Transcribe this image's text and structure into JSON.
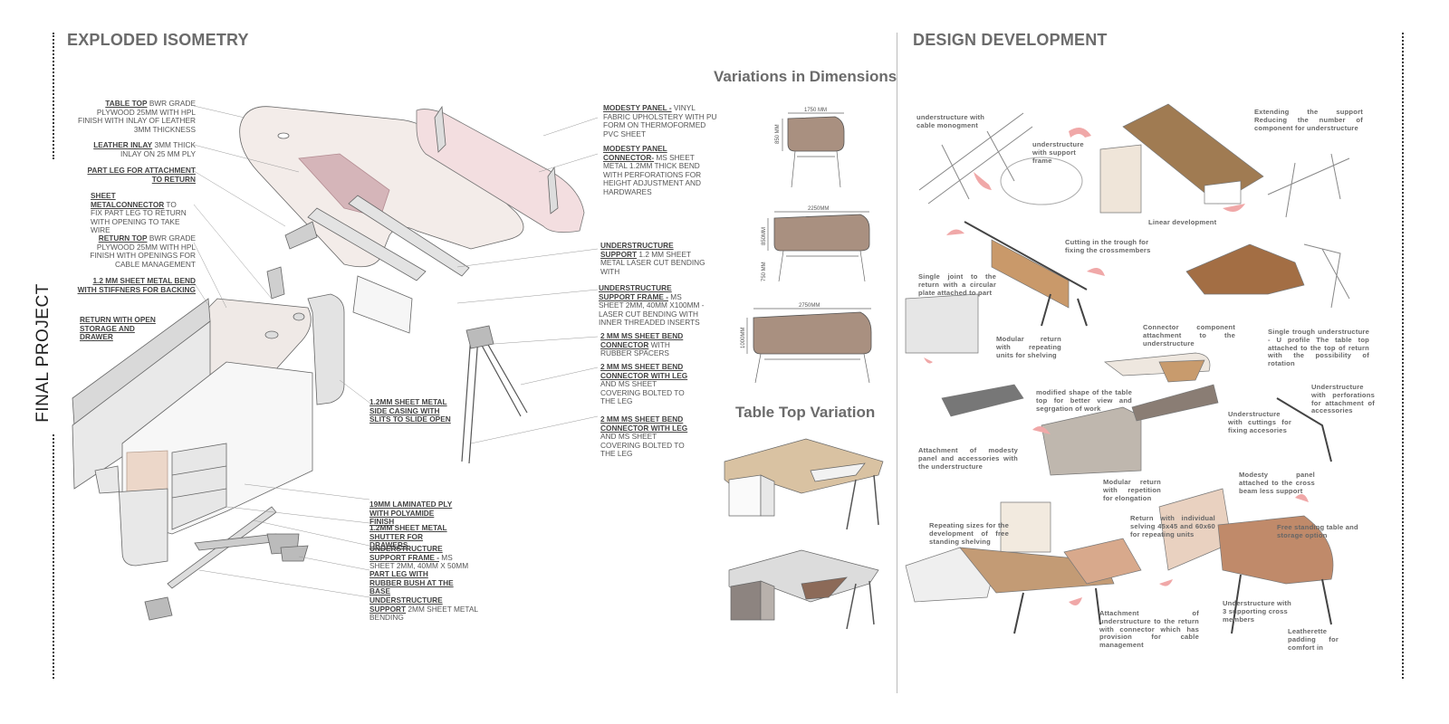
{
  "left_title": "EXPLODED ISOMETRY",
  "right_title": "DESIGN DEVELOPMENT",
  "vertical_label": "FINAL PROJECT",
  "variations_title": "Variations in Dimensions",
  "tabletop_title": "Table Top Variation",
  "dims": {
    "d1_w": "1750 MM",
    "d1_h": "850 MM",
    "d2_w": "2250MM",
    "d2_h": "850MM",
    "d2_leg": "750 MM",
    "d3_w": "2750MM",
    "d3_h": "1000MM"
  },
  "left_labels": [
    {
      "head": "TABLE TOP",
      "body": " BWR GRADE PLYWOOD 25MM WITH HPL FINISH WITH INLAY OF LEATHER 3MM THICKNESS"
    },
    {
      "head": "LEATHER INLAY",
      "body": " 3MM THICK INLAY ON 25 MM PLY"
    },
    {
      "head": "PART LEG FOR ATTACHMENT TO RETURN",
      "body": ""
    },
    {
      "head": "SHEET METALCONNECTOR",
      "body": " TO FIX PART LEG TO RETURN WITH OPENING TO TAKE WIRE"
    },
    {
      "head": "RETURN  TOP",
      "body": " BWR GRADE PLYWOOD 25MM WITH HPL FINISH WITH OPENINGS FOR CABLE MANAGEMENT"
    },
    {
      "head": "1.2 MM SHEET METAL BEND  WITH STIFFNERS FOR BACKING",
      "body": ""
    },
    {
      "head": "RETURN WITH OPEN STORAGE AND DRAWER",
      "body": ""
    }
  ],
  "mid_labels": [
    {
      "head": "MODESTY PANEL  -",
      "body": "  VINYL FABRIC UPHOLSTERY WITH PU FORM  ON THERMOFORMED PVC SHEET"
    },
    {
      "head": "MODESTY PANEL CONNECTOR-",
      "body": " MS SHEET METAL 1.2MM THICK BEND WITH PERFORATIONS FOR HEIGHT ADJUSTMENT AND HARDWARES"
    },
    {
      "head": "UNDERSTRUCTURE SUPPORT",
      "body": " 1.2 MM SHEET METAL LASER CUT BENDING WITH"
    },
    {
      "head": "UNDERSTRUCTURE SUPPORT FRAME -",
      "body": " MS SHEET 2MM, 40MM X100MM -  LASER CUT BENDING WITH INNER THREADED INSERTS"
    },
    {
      "head": "2 MM MS SHEET BEND CONNECTOR",
      "body": " WITH RUBBER SPACERS"
    },
    {
      "head": "2 MM MS SHEET BEND CONNECTOR WITH LEG",
      "body": " AND  MS SHEET COVERING BOLTED TO THE LEG"
    },
    {
      "head": "2 MM MS SHEET BEND CONNECTOR WITH LEG",
      "body": " AND  MS SHEET COVERING BOLTED TO THE LEG"
    },
    {
      "head": "1.2MM SHEET METAL SIDE CASING WITH SLITS TO SLIDE OPEN",
      "body": ""
    }
  ],
  "bottom_labels": [
    {
      "head": "19MM LAMINATED PLY WITH POLYAMIDE FINISH",
      "body": ""
    },
    {
      "head": "1.2MM SHEET METAL SHUTTER FOR DRAWERS",
      "body": ""
    },
    {
      "head": "UNDERSTRUCTURE SUPPORT FRAME -",
      "body": "  MS SHEET 2MM, 40MM X 50MM"
    },
    {
      "head": "PART LEG WITH RUBBER BUSH AT THE BASE",
      "body": ""
    },
    {
      "head": "UNDERSTRUCTURE SUPPORT",
      "body": " 2MM SHEET METAL BENDING"
    }
  ],
  "dev_notes": [
    "understructure with cable monogment",
    "understructure with support frame",
    "Extending the support Reducing the number of component for understructure",
    "Linear development",
    "Cutting in the trough for fixing the crossmembers",
    "Single joint to the return with a circular plate attached to part",
    "Modular return with repeating units for shelving",
    "Connector component attachment to the understructure",
    "Single trough understructure - U profile The table top attached to the top of return with the possibility of rotation",
    "modified shape of the table top for better view and segrgation of work",
    "Understructure with perforations for attachment of accessories",
    "Understructure with cuttings for fixing accesories",
    "Attachment of modesty panel and accessories with the understructure",
    "Modular return with repetition for elongation",
    "Modesty panel attached to the cross beam less support",
    "Repeating sizes for the development of free standing shelving",
    "Return with individual selving 45x45 and 60x60 for repeating units",
    "Free standing table and storage option",
    "Attachment of understructure to the return with connector which has provision for cable management",
    "Understructure with 3 supporting cross members",
    "Leatherette padding for comfort in"
  ]
}
